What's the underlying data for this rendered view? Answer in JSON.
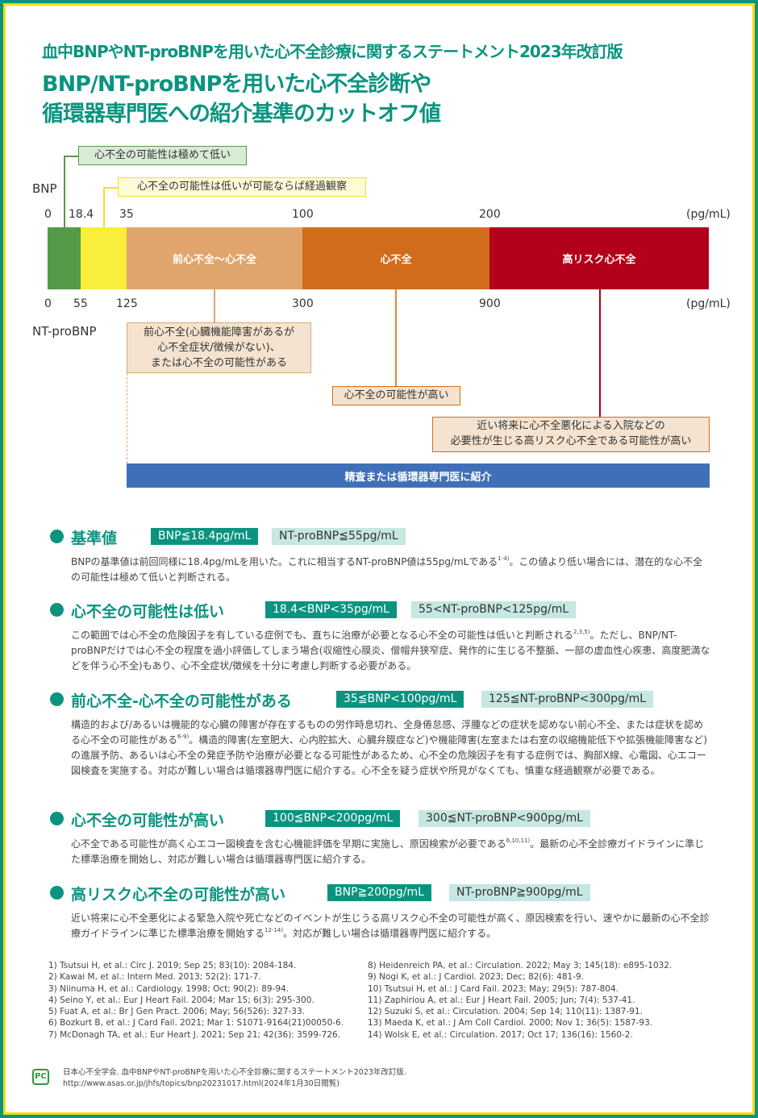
{
  "header": {
    "subtitle": "血中BNPやNT-proBNPを用いた心不全診療に関するステートメント2023年改訂版",
    "title_line1": "BNP/NT-proBNPを用いた心不全診断や",
    "title_line2": "循環器専門医への紹介基準のカットオフ値"
  },
  "chart": {
    "bnp_label": "BNP",
    "nt_label": "NT-proBNP",
    "unit": "(pg/mL)",
    "bnp_ticks": [
      "0",
      "18.4",
      "35",
      "100",
      "200"
    ],
    "nt_ticks": [
      "0",
      "55",
      "125",
      "300",
      "900"
    ],
    "segments": [
      {
        "label": "",
        "color": "#559a48"
      },
      {
        "label": "",
        "color": "#f9ee3a"
      },
      {
        "label": "前心不全〜心不全",
        "color": "#e0a56c"
      },
      {
        "label": "心不全",
        "color": "#d06c1b"
      },
      {
        "label": "高リスク心不全",
        "color": "#b3001b"
      }
    ],
    "callout_very_low": "心不全の可能性は極めて低い",
    "callout_low": "心不全の可能性は低いが可能ならば経過観察",
    "callout_pre": [
      "前心不全(心臓機能障害があるが",
      "心不全症状/徴候がない)、",
      "または心不全の可能性がある"
    ],
    "callout_high": "心不全の可能性が高い",
    "callout_highrisk": [
      "近い将来に心不全悪化による入院などの",
      "必要性が生じる高リスク心不全である可能性が高い"
    ],
    "referral_bar": "精査または循環器専門医に紹介"
  },
  "sections": [
    {
      "title": "基準値",
      "bnp": "BNP≦18.4pg/mL",
      "nt": "NT-proBNP≦55pg/mL",
      "text_a": "BNPの基準値は前回同様に18.4pg/mLを用いた。これに相当するNT-proBNP値は55pg/mLである",
      "sup": "1-4)",
      "text_b": "。この値より低い場合には、潜在的な心不全の可能性は極めて低いと判断される。"
    },
    {
      "title": "心不全の可能性は低い",
      "bnp": "18.4<BNP<35pg/mL",
      "nt": "55<NT-proBNP<125pg/mL",
      "text_a": "この範囲では心不全の危険因子を有している症例でも、直ちに治療が必要となる心不全の可能性は低いと判断される",
      "sup": "2,3,5)",
      "text_b": "。ただし、BNP/NT-proBNPだけでは心不全の程度を過小評価してしまう場合(収縮性心膜炎、僧帽弁狭窄症、発作的に生じる不整脈、一部の虚血性心疾患、高度肥満などを伴う心不全)もあり、心不全症状/徴候を十分に考慮し判断する必要がある。"
    },
    {
      "title": "前心不全-心不全の可能性がある",
      "bnp": "35≦BNP<100pg/mL",
      "nt": "125≦NT-proBNP<300pg/mL",
      "text_a": "構造的および/あるいは機能的な心臓の障害が存在するものの労作時息切れ、全身倦怠感、浮腫などの症状を認めない前心不全、または症状を認める心不全の可能性がある",
      "sup": "6-9)",
      "text_b": "。構造的障害(左室肥大、心内腔拡大、心臓弁膜症など)や機能障害(左室または右室の収縮機能低下や拡張機能障害など)の進展予防、あるいは心不全の発症予防や治療が必要となる可能性があるため、心不全の危険因子を有する症例では、胸部X線、心電図、心エコー図検査を実施する。対応が難しい場合は循環器専門医に紹介する。心不全を疑う症状や所見がなくても、慎重な経過観察が必要である。"
    },
    {
      "title": "心不全の可能性が高い",
      "bnp": "100≦BNP<200pg/mL",
      "nt": "300≦NT-proBNP<900pg/mL",
      "text_a": "心不全である可能性が高く心エコー図検査を含む心機能評価を早期に実施し、原因検索が必要である",
      "sup": "6,10,11)",
      "text_b": "。最新の心不全診療ガイドラインに準じた標準治療を開始し、対応が難しい場合は循環器専門医に紹介する。"
    },
    {
      "title": "高リスク心不全の可能性が高い",
      "bnp": "BNP≧200pg/mL",
      "nt": "NT-proBNP≧900pg/mL",
      "text_a": "近い将来に心不全悪化による緊急入院や死亡などのイベントが生じうる高リスク心不全の可能性が高く、原因検索を行い、速やかに最新の心不全診療ガイドラインに準じた標準治療を開始する",
      "sup": "12-14)",
      "text_b": "。対応が難しい場合は循環器専門医に紹介する。"
    }
  ],
  "references_left": [
    "1) Tsutsui H, et al.: Circ J. 2019; Sep 25; 83(10): 2084-184.",
    "2) Kawai M, et al.: Intern Med. 2013; 52(2): 171-7.",
    "3) Niinuma H, et al.: Cardiology. 1998; Oct; 90(2): 89-94.",
    "4) Seino Y, et al.: Eur J Heart Fail. 2004; Mar 15; 6(3): 295-300.",
    "5) Fuat A, et al.: Br J Gen Pract. 2006; May; 56(526): 327-33.",
    "6) Bozkurt B, et al.: J Card Fail. 2021; Mar 1: S1071-9164(21)00050-6.",
    "7) McDonagh TA, et al.: Eur Heart J. 2021; Sep 21; 42(36): 3599-726."
  ],
  "references_right": [
    "8) Heidenreich PA, et al.: Circulation. 2022; May 3; 145(18): e895-1032.",
    "9) Nogi K, et al.: J Cardiol. 2023; Dec; 82(6): 481-9.",
    "10) Tsutsui H, et al.: J Card Fail. 2023; May; 29(5): 787-804.",
    "11) Zaphiriou A, et al.: Eur J Heart Fail. 2005; Jun; 7(4): 537-41.",
    "12) Suzuki S, et al.: Circulation. 2004; Sep 14; 110(11): 1387-91.",
    "13) Maeda K, et al.: J Am Coll Cardiol. 2000; Nov 1; 36(5): 1587-93.",
    "14) Wolsk E, et al.: Circulation. 2017; Oct 17; 136(16): 1560-2."
  ],
  "footer": {
    "logo": "PC",
    "line1": "日本心不全学会. 血中BNPやNT-proBNPを用いた心不全診療に関するステートメント2023年改訂版.",
    "line2": "http://www.asas.or.jp/jhfs/topics/bnp20231017.html(2024年1月30日閲覧)"
  }
}
